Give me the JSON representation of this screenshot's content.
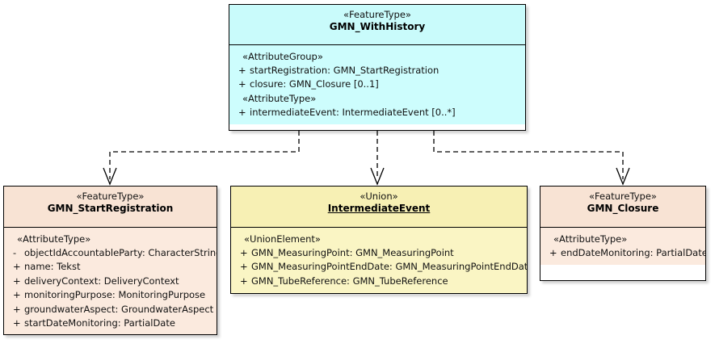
{
  "diagram": {
    "type": "uml-class-diagram",
    "title": "GMN_WithHistory UML class diagram",
    "colors": {
      "cyan_header": "#c9fbfb",
      "cyan_body": "#cdfdfd",
      "peach_header": "#f8e3d4",
      "peach_body": "#fbeade",
      "yellow_header": "#f7f0b4",
      "yellow_body": "#faf5c4",
      "line": "#000000",
      "background": "#ffffff"
    }
  },
  "classes": {
    "with_history": {
      "stereotype": "«FeatureType»",
      "name": "GMN_WithHistory",
      "sections": [
        {
          "group": "«AttributeGroup»",
          "attributes": [
            {
              "visibility": "+",
              "text": "startRegistration: GMN_StartRegistration"
            },
            {
              "visibility": "+",
              "text": "closure: GMN_Closure [0..1]"
            }
          ]
        },
        {
          "group": "«AttributeType»",
          "attributes": [
            {
              "visibility": "+",
              "text": "intermediateEvent: IntermediateEvent [0..*]"
            }
          ]
        }
      ]
    },
    "start_registration": {
      "stereotype": "«FeatureType»",
      "name": "GMN_StartRegistration",
      "sections": [
        {
          "group": "«AttributeType»",
          "attributes": [
            {
              "visibility": "-",
              "text": "objectIdAccountableParty: CharacterString"
            },
            {
              "visibility": "+",
              "text": "name: Tekst"
            },
            {
              "visibility": "+",
              "text": "deliveryContext: DeliveryContext"
            },
            {
              "visibility": "+",
              "text": "monitoringPurpose: MonitoringPurpose"
            },
            {
              "visibility": "+",
              "text": "groundwaterAspect: GroundwaterAspect"
            },
            {
              "visibility": "+",
              "text": "startDateMonitoring: PartialDate"
            }
          ]
        }
      ]
    },
    "intermediate_event": {
      "stereotype": "«Union»",
      "name": "IntermediateEvent",
      "sections": [
        {
          "group": "«UnionElement»",
          "attributes": [
            {
              "visibility": "+",
              "text": "GMN_MeasuringPoint: GMN_MeasuringPoint"
            },
            {
              "visibility": "+",
              "text": "GMN_MeasuringPointEndDate: GMN_MeasuringPointEndDate"
            },
            {
              "visibility": "+",
              "text": "GMN_TubeReference: GMN_TubeReference"
            }
          ]
        }
      ]
    },
    "closure": {
      "stereotype": "«FeatureType»",
      "name": "GMN_Closure",
      "sections": [
        {
          "group": "«AttributeType»",
          "attributes": [
            {
              "visibility": "+",
              "text": "endDateMonitoring: PartialDate"
            }
          ]
        }
      ]
    }
  },
  "connectors": [
    {
      "name": "with-history-to-start-registration",
      "style": "dashed-open-arrow",
      "from": "GMN_WithHistory",
      "to": "GMN_StartRegistration"
    },
    {
      "name": "with-history-to-intermediate-event",
      "style": "dashed-open-arrow",
      "from": "GMN_WithHistory",
      "to": "IntermediateEvent"
    },
    {
      "name": "with-history-to-closure",
      "style": "dashed-open-arrow",
      "from": "GMN_WithHistory",
      "to": "GMN_Closure"
    }
  ]
}
